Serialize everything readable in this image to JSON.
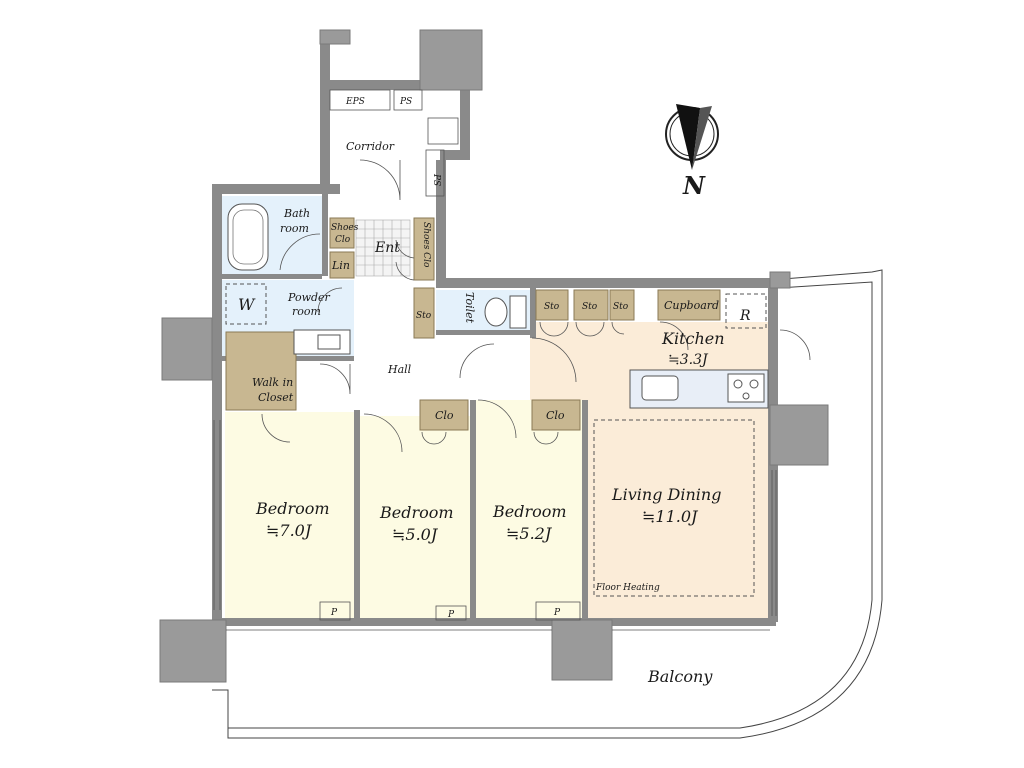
{
  "compass": {
    "label": "N"
  },
  "rooms": {
    "eps": "EPS",
    "ps_top": "PS",
    "ps_side": "PS",
    "corridor": "Corridor",
    "bath_line1": "Bath",
    "bath_line2": "room",
    "shoes_clo_line1": "Shoes",
    "shoes_clo_line2": "Clo",
    "ent": "Ent",
    "shoes_clo_vertical": "Shoes Clo",
    "lin": "Lin",
    "w": "W",
    "powder_line1": "Powder",
    "powder_line2": "room",
    "sto_hall": "Sto",
    "toilet": "Toilet",
    "sto1": "Sto",
    "sto2": "Sto",
    "sto3": "Sto",
    "cupboard": "Cupboard",
    "r": "R",
    "kitchen": "Kitchen",
    "kitchen_size": "≒3.3J",
    "hall": "Hall",
    "walkin_line1": "Walk in",
    "walkin_line2": "Closet",
    "clo1": "Clo",
    "clo2": "Clo",
    "bedroom1": "Bedroom",
    "bedroom1_size": "≒7.0J",
    "bedroom2": "Bedroom",
    "bedroom2_size": "≒5.0J",
    "bedroom3": "Bedroom",
    "bedroom3_size": "≒5.2J",
    "living": "Living Dining",
    "living_size": "≒11.0J",
    "floor_heating": "Floor Heating",
    "p1": "P",
    "p2": "P",
    "p3": "P",
    "balcony": "Balcony"
  }
}
